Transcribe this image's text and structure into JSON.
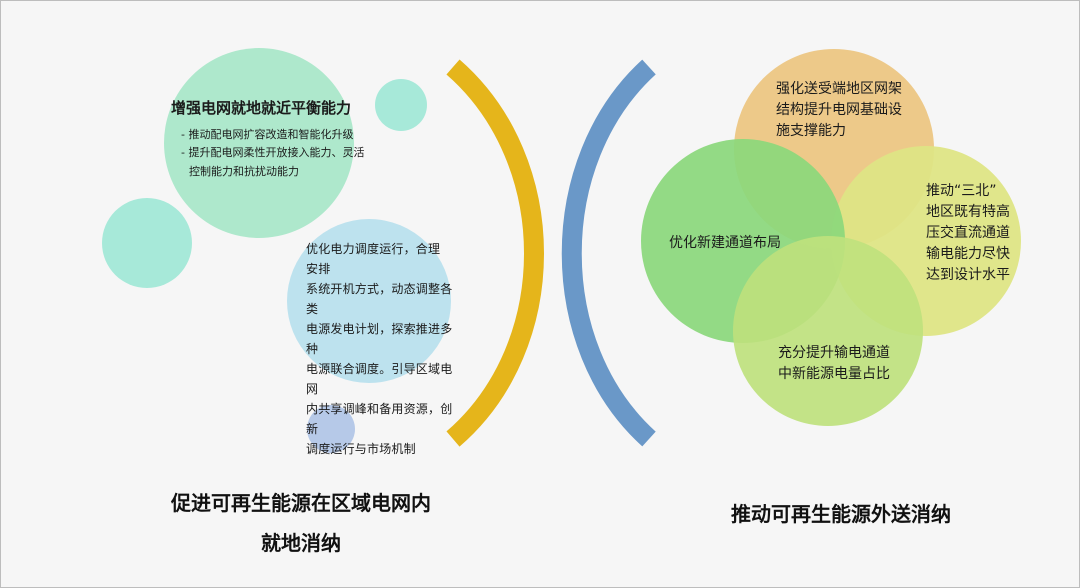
{
  "colors": {
    "background": "#f6f6f6",
    "mint": "#a7e9d9",
    "left_green": "#aee8cc",
    "light_blue": "#bde2ee",
    "periwinkle": "#b6c9e8",
    "gold_arc": "#e5b51b",
    "blue_arc": "#6a98c8",
    "orange_circle": "#f6cf88",
    "yellow_circle": "#e8ee8a",
    "green_circle": "#8fe080",
    "lime_circle": "#c5ea82"
  },
  "left": {
    "green_circle": {
      "title": "增强电网就地就近平衡能力",
      "bullet1": "- 推动配电网扩容改造和智能化升级",
      "bullet2": "- 提升配电网柔性开放接入能力、灵活",
      "bullet2_cont": "控制能力和抗扰动能力"
    },
    "blue_circle": {
      "lines": [
        "优化电力调度运行，合理 安排",
        "系统开机方式，动态调整各类",
        "电源发电计划，探索推进多种",
        "电源联合调度。引导区域电网",
        "内共享调峰和备用资源，创新",
        "调度运行与市场机制"
      ]
    },
    "caption_line1": "促进可再生能源在区域电网内",
    "caption_line2": "就地消纳"
  },
  "right": {
    "orange_text": [
      "强化送受端地区网架",
      "结构提升电网基础设",
      "施支撑能力"
    ],
    "yellow_text": [
      "推动“三北”",
      "地区既有特高",
      "压交直流通道",
      "输电能力尽快",
      "达到设计水平"
    ],
    "green_text": "优化新建通道布局",
    "lime_text": [
      "充分提升输电通道",
      "中新能源电量占比"
    ],
    "caption": "推动可再生能源外送消纳"
  }
}
